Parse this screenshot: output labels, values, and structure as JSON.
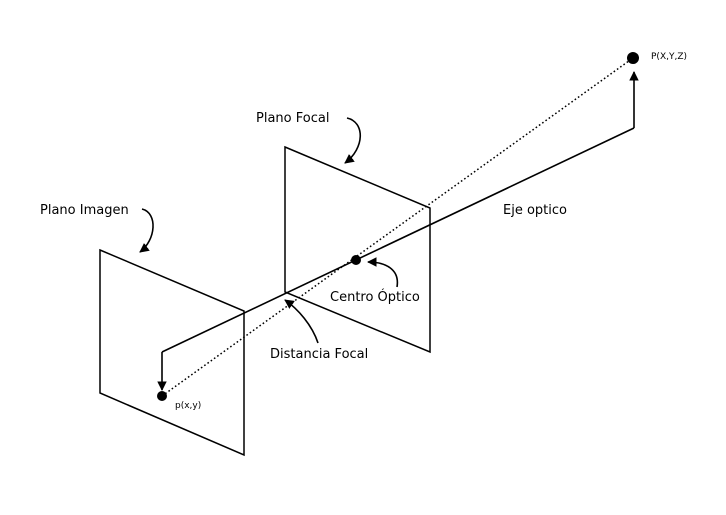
{
  "labels": {
    "plano_focal": "Plano Focal",
    "plano_imagen": "Plano Imagen",
    "eje_optico": "Eje optico",
    "centro_optico": "Centro Óptico",
    "distancia_focal": "Distancia Focal",
    "world_point": "P(X,Y,Z)",
    "image_point": "p(x,y)"
  },
  "colors": {
    "ink": "#000000",
    "background": "#ffffff"
  }
}
